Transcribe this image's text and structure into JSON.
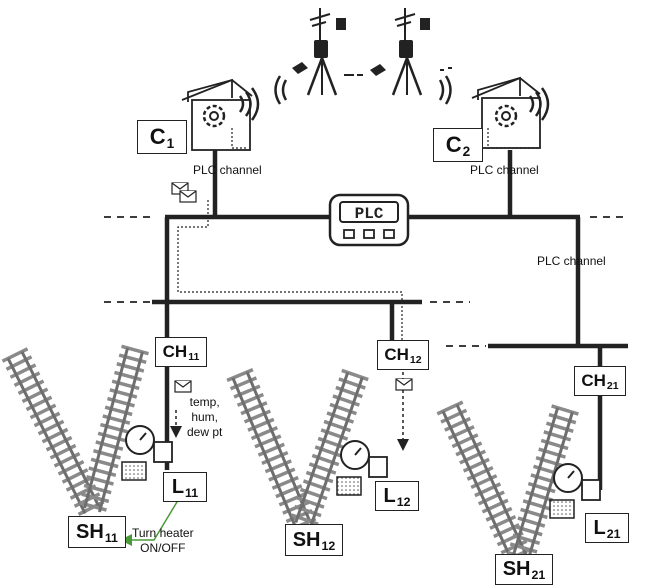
{
  "plc": {
    "label": "PLC"
  },
  "controllers": [
    {
      "id": "c1",
      "base": "C",
      "sub": "1",
      "channel_label": "PLC channel"
    },
    {
      "id": "c2",
      "base": "C",
      "sub": "2",
      "channel_label": "PLC channel"
    }
  ],
  "right_channel_label": "PLC channel",
  "concentrators": [
    {
      "id": "ch11",
      "base": "CH",
      "sub": "11"
    },
    {
      "id": "ch12",
      "base": "CH",
      "sub": "12"
    },
    {
      "id": "ch21",
      "base": "CH",
      "sub": "21"
    }
  ],
  "loggers": [
    {
      "id": "l11",
      "base": "L",
      "sub": "11"
    },
    {
      "id": "l12",
      "base": "L",
      "sub": "12"
    },
    {
      "id": "l21",
      "base": "L",
      "sub": "21"
    }
  ],
  "switch_heaters": [
    {
      "id": "sh11",
      "base": "SH",
      "sub": "11"
    },
    {
      "id": "sh12",
      "base": "SH",
      "sub": "12"
    },
    {
      "id": "sh21",
      "base": "SH",
      "sub": "21"
    }
  ],
  "measurements": {
    "line1": "temp,",
    "line2": "hum,",
    "line3": "dew pt"
  },
  "heater_command": {
    "line1": "Turn heater",
    "line2": "ON/OFF",
    "arrow_color": "#4a9a3a"
  },
  "colors": {
    "line": "#222222",
    "rail": "#6e6e6e",
    "tie": "#8a8a8a"
  }
}
